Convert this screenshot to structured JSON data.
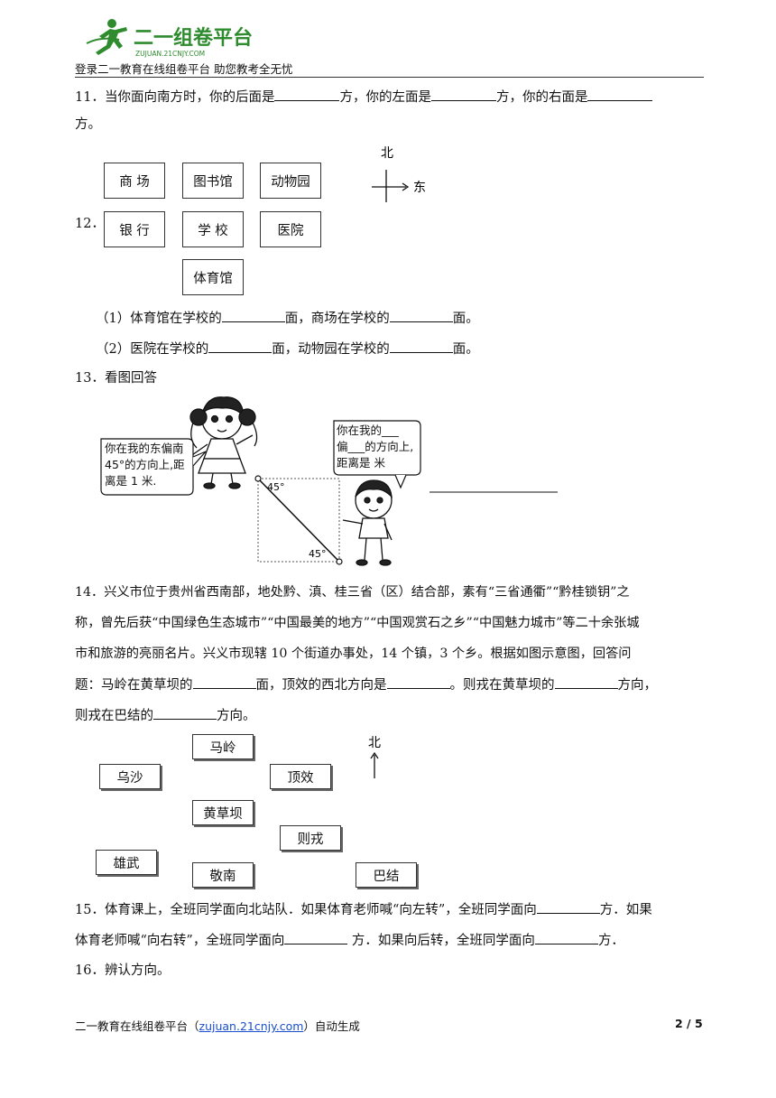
{
  "header": {
    "logo_text": "二一组卷平台",
    "logo_sub": "ZUJUAN.21CNJY.COM",
    "slogan": "登录二一教育在线组卷平台  助您教考全无忧"
  },
  "q11": {
    "a": "11．当你面向南方时，你的后面是",
    "b": "方，你的左面是",
    "c": "方，你的右面是",
    "d": "方。"
  },
  "q12": {
    "num": "12．",
    "boxes": [
      "商  场",
      "图书馆",
      "动物园",
      "银  行",
      "学  校",
      "医院",
      "体育馆"
    ],
    "compass_north": "北",
    "compass_east": "东",
    "sub1_a": "（1）体育馆在学校的",
    "sub1_b": "面，商场在学校的",
    "sub1_c": "面。",
    "sub2_a": "（2）医院在学校的",
    "sub2_b": "面，动物园在学校的",
    "sub2_c": "面。"
  },
  "q13": {
    "title": "13．看图回答",
    "girl_l1": "你在我的东偏南",
    "girl_l2": "45°的方向上,距",
    "girl_l3": "离是 1 米.",
    "boy_l1": "你在我的___",
    "boy_l2": "偏___的方向上,",
    "boy_l3": "距离是     米",
    "angle_top": "45°",
    "angle_bottom": "45°"
  },
  "q14": {
    "l1": "14．兴义市位于贵州省西南部，地处黔、滇、桂三省（区）结合部，素有“三省通衢”“黔桂锁钥”之",
    "l2": "称，曾先后获“中国绿色生态城市”“中国最美的地方”“中国观赏石之乡”“中国魅力城市”等二十余张城",
    "l3": "市和旅游的亮丽名片。兴义市现辖 10 个街道办事处，14 个镇，3 个乡。根据如图示意图，回答问",
    "l4a": "题：马岭在黄草坝的",
    "l4b": "面，顶效的西北方向是",
    "l4c": "。则戎在黄草坝的",
    "l4d": "方向，",
    "l5a": "则戎在巴结的",
    "l5b": "方向。",
    "places": [
      "马岭",
      "乌沙",
      "顶效",
      "黄草坝",
      "则戎",
      "雄武",
      "敬南",
      "巴结"
    ],
    "north": "北"
  },
  "q15": {
    "l1a": "15．体育课上，全班同学面向北站队．如果体育老师喊“向左转”，全班同学面向",
    "l1b": "方．如果",
    "l2a": "体育老师喊“向右转”，全班同学面向",
    "l2b": " 方．如果向后转，全班同学面向",
    "l2c": "方．"
  },
  "q16": {
    "text": "16．辨认方向。"
  },
  "footer": {
    "left_a": "二一教育在线组卷平台（",
    "link": "zujuan.21cnjy.com",
    "left_b": "）自动生成",
    "page": "2 / 5"
  },
  "colors": {
    "logo_green": "#2e8b2e",
    "link_blue": "#1a4fd0"
  }
}
